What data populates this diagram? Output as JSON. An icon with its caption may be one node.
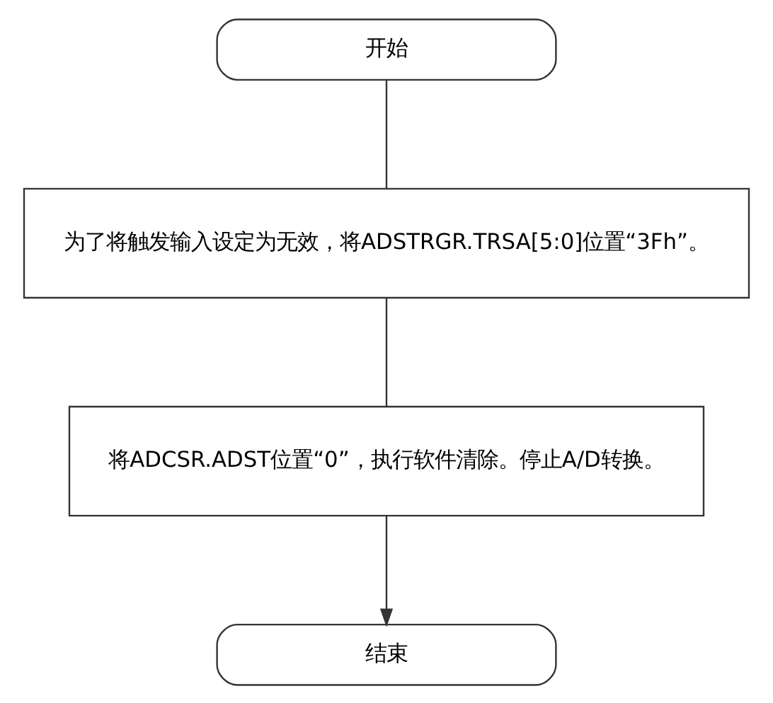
{
  "diagram": {
    "nodes": [
      {
        "text": [
          "开始"
        ]
      },
      {
        "text": [
          "为了将触发输入设定为无效，将ADSTRGR.TRSA[5:0]位置“3Fh”。"
        ]
      },
      {
        "text": [
          "将ADCSR.ADST位置“0”，执行软件清除。停止A/D转换。"
        ]
      },
      {
        "text": [
          "结束"
        ]
      }
    ],
    "edges": [
      {
        "from": 0,
        "to": 1,
        "arrow": "none"
      },
      {
        "from": 1,
        "to": 2,
        "arrow": "none"
      },
      {
        "from": 2,
        "to": 3,
        "arrow": "to"
      }
    ]
  }
}
